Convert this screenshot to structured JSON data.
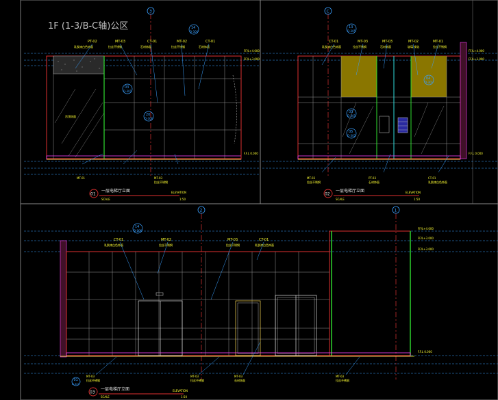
{
  "drawing": {
    "title": "1F (1-3/B-C轴)公区",
    "grid_labels": {
      "top_left": "3",
      "top_right": "C",
      "bottom_mid": "2",
      "bottom_right": "1"
    },
    "level_labels": [
      "FF/L+4.000",
      "FF/L+3.000",
      "F.F.L±0.000"
    ],
    "level_short": "F.F.L 0.000",
    "sections": [
      {
        "id": "01",
        "caption": "一层电梯厅立面",
        "scale": "SCALE",
        "ratio": "1:50",
        "sheet": "ELEVATION"
      },
      {
        "id": "02",
        "caption": "一层电梯厅立面",
        "scale": "SCALE",
        "ratio": "1:50",
        "sheet": "ELEVATION"
      },
      {
        "id": "03",
        "caption": "一层电梯厅立面",
        "scale": "SCALE",
        "ratio": "1:50",
        "sheet": "ELEVATION"
      }
    ],
    "tags": {
      "pt02": "PT-02",
      "mt03": "MT-03",
      "ct01": "CT-01",
      "mt02": "MT-02",
      "pt03": "PT-03",
      "mt01": "MT-01"
    },
    "notes": {
      "n1": "乳胶漆白色饰面",
      "n2": "拉丝不锈钢",
      "n3": "石材饰面",
      "n4": "玻璃 钢化",
      "n5": "吊顶饰面"
    },
    "bubbles": {
      "b14": "14",
      "b14s": "D-306",
      "b03": "03",
      "b03s": "D-301",
      "b20": "20",
      "b20s": "D-306",
      "b04": "04",
      "b04s": "D-301",
      "b05": "05",
      "b05s": "D-302",
      "b13": "13",
      "b13s": "D-305",
      "b01": "01",
      "b01s": "D-301",
      "b02": "02",
      "b02s": "D-302"
    }
  }
}
